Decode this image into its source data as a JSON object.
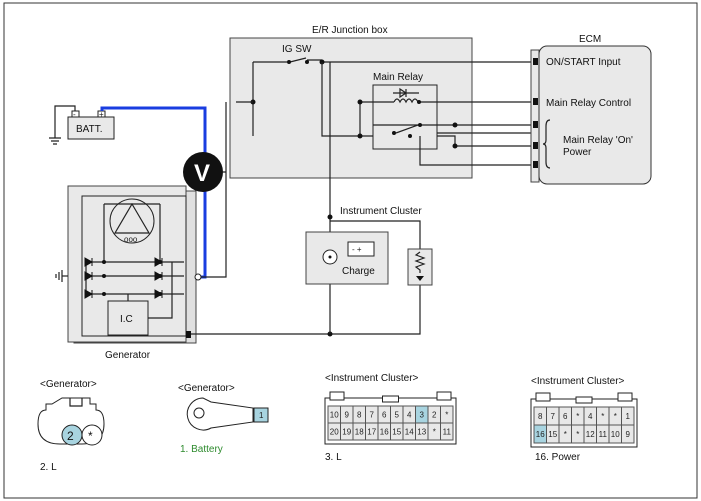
{
  "labels": {
    "junction_box": "E/R Junction box",
    "ig_sw": "IG SW",
    "main_relay": "Main Relay",
    "ecm": "ECM",
    "ecm_on_start": "ON/START Input",
    "ecm_main_relay_control": "Main Relay Control",
    "ecm_main_relay_on_power_1": "Main Relay 'On'",
    "ecm_main_relay_on_power_2": "Power",
    "battery": "BATT.",
    "voltmeter": "V",
    "instrument_cluster": "Instrument Cluster",
    "charge": "Charge",
    "generator": "Generator",
    "ic": "I.C"
  },
  "connectors": {
    "gen_l": {
      "title": "<Generator>",
      "caption": "2. L",
      "pins": [
        "2",
        "*"
      ]
    },
    "gen_batt": {
      "title": "<Generator>",
      "caption": "1. Battery",
      "pin": "1"
    },
    "cluster_l": {
      "title": "<Instrument Cluster>",
      "caption": "3. L",
      "row1": [
        "10",
        "9",
        "8",
        "7",
        "6",
        "5",
        "4",
        "3",
        "2",
        "*"
      ],
      "row2": [
        "20",
        "19",
        "18",
        "17",
        "16",
        "15",
        "14",
        "13",
        "*",
        "11"
      ]
    },
    "cluster_power": {
      "title": "<Instrument Cluster>",
      "caption": "16. Power",
      "row1": [
        "8",
        "7",
        "6",
        "*",
        "4",
        "*",
        "*",
        "1"
      ],
      "row2": [
        "16",
        "15",
        "*",
        "*",
        "12",
        "11",
        "10",
        "9"
      ]
    }
  },
  "colors": {
    "battery_wire": "#1a3de0",
    "highlight_pin": "#a8d4e0",
    "caption_green": "#2e8b2e",
    "box_fill": "#e9e9e9"
  }
}
